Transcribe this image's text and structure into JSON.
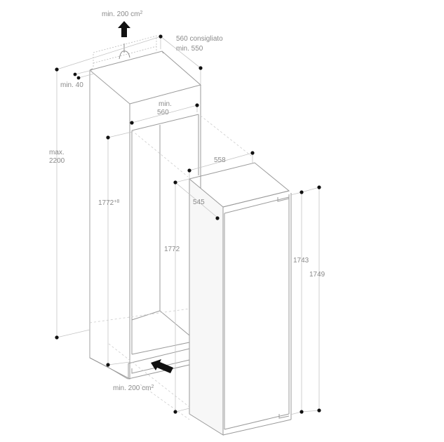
{
  "diagram": {
    "title": "Built-in refrigerator installation dimensions",
    "colors": {
      "background": "#ffffff",
      "outline": "#9a9a9a",
      "dimension_line": "#c4c4c4",
      "dimension_dot": "#111111",
      "label_text": "#8a8a8a",
      "arrow": "#111111"
    },
    "labels": {
      "top_vent": "min. 200 cm",
      "top_vent_sup": "2",
      "depth_recommended": "560 consigliato",
      "depth_min": "min. 550",
      "top_gap": "min. 40",
      "max_height_line1": "max.",
      "max_height_line2": "2200",
      "niche_width_line1": "min.",
      "niche_width_line2": "560",
      "niche_height": "1772",
      "niche_height_sup": "+8",
      "appliance_width": "558",
      "appliance_depth": "545",
      "appliance_height_niche": "1772",
      "door_height": "1743",
      "appliance_height": "1749",
      "bottom_vent": "min. 200 cm",
      "bottom_vent_sup": "2"
    },
    "icons": {
      "top_arrow": "arrow-up-icon",
      "bottom_arrow": "arrow-left-up-icon"
    }
  }
}
